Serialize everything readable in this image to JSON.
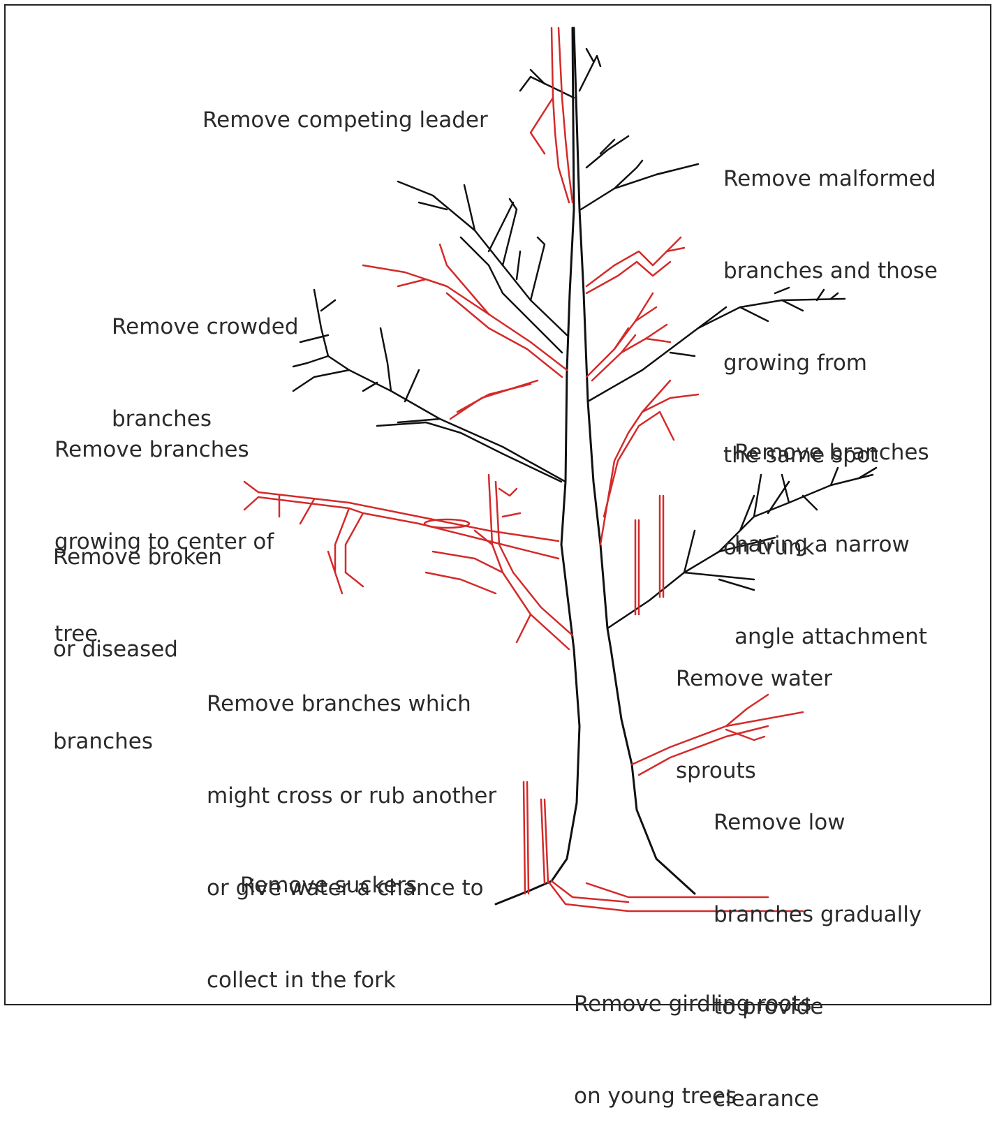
{
  "labels": {
    "competing_leader": [
      "Remove competing leader"
    ],
    "malformed": [
      "Remove malformed",
      "branches and those",
      "growing from",
      "the same spot",
      "on trunk"
    ],
    "crowded": [
      "Remove crowded",
      "branches"
    ],
    "center": [
      "Remove branches",
      "growing to center of",
      "tree"
    ],
    "narrow_angle": [
      "Remove branches",
      "having a narrow",
      "angle attachment"
    ],
    "broken": [
      "Remove broken",
      "or diseased",
      "branches"
    ],
    "water_sprouts": [
      "Remove water",
      "sprouts"
    ],
    "cross_rub": [
      "Remove branches which",
      "might cross or rub another",
      "or give water a chance to",
      "collect in the fork"
    ],
    "low_branches": [
      "Remove low",
      "branches gradually",
      "to provide",
      "clearance"
    ],
    "suckers": [
      "Remove suckers"
    ],
    "girdling_roots": [
      "Remove girdling roots",
      "on young trees"
    ]
  },
  "colors": {
    "keep": "#111111",
    "remove": "#d42a2a",
    "text": "#2a2a2a"
  }
}
